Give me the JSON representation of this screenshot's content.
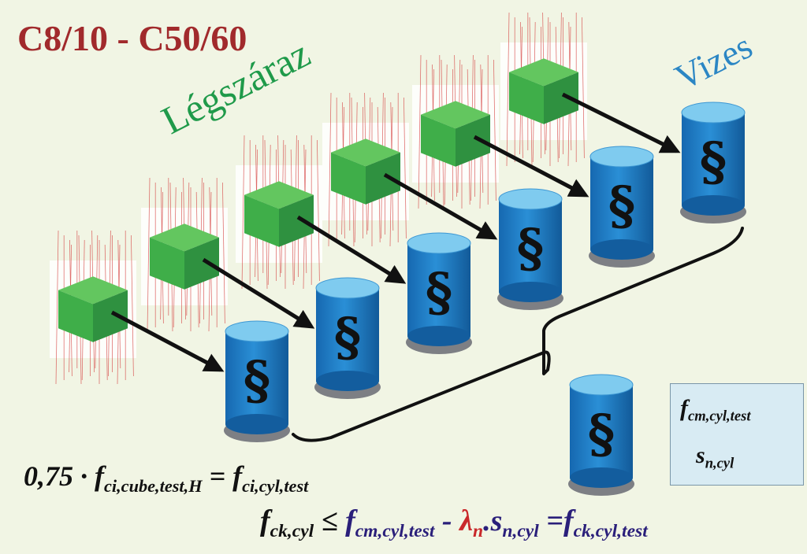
{
  "title": "C8/10 - C50/60",
  "label_dry": "Légszáraz",
  "label_wet": "Vizes",
  "cylinder_symbol": "§",
  "formula1": {
    "coef": "0,75",
    "dot": "·",
    "lhs_f": "f",
    "lhs_sub": "ci,cube,test,H",
    "eq": "=",
    "rhs_f": "f",
    "rhs_sub": "ci,cyl,test"
  },
  "formula2": {
    "lhs_f": "f",
    "lhs_sub": "ck,cyl",
    "leq": "≤",
    "mean_f": "f",
    "mean_sub": "cm,cyl,test",
    "minus": "-",
    "lambda": "λ",
    "lambda_sub": "n",
    "dot": ".",
    "s": "s",
    "s_sub": "n,cyl",
    "eq": "=",
    "res_f": "f",
    "res_sub": "ck,cyl,test"
  },
  "result_box": {
    "mean_f": "f",
    "mean_sub": "cm,cyl,test",
    "std_s": "s",
    "std_sub": "n,cyl"
  },
  "colors": {
    "title": "#a12a2c",
    "cube_green": "#3fae49",
    "cylinder_blue": "#1f7fc7",
    "cylinder_top": "#7fcbef",
    "label_dry": "#1f9a4a",
    "label_wet": "#2b86c4",
    "formula_navy": "#2a1f7a",
    "lambda_red": "#c9282a"
  }
}
